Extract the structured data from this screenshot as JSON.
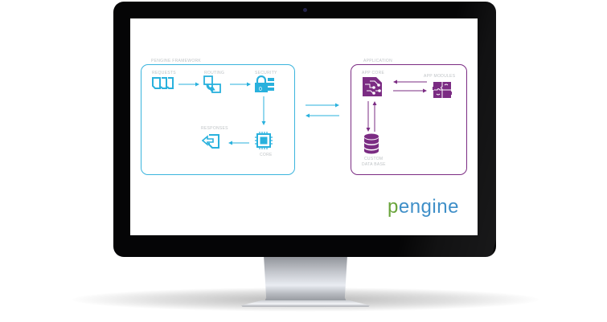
{
  "colors": {
    "framework": "#29b1dd",
    "application": "#7b2c83",
    "label": "#bfc3c6",
    "logo_text": "#3f8fc8",
    "logo_accent": "#6aa43b"
  },
  "framework": {
    "title": "PENGINE FRAMEWORK",
    "nodes": {
      "requests": {
        "label": "REQUESTS",
        "icon": "documents-icon"
      },
      "routing": {
        "label": "ROUTING",
        "icon": "routing-icon"
      },
      "security": {
        "label": "SECURITY",
        "icon": "lock-icon"
      },
      "core": {
        "label": "CORE",
        "icon": "chip-icon"
      },
      "responses": {
        "label": "RESPONSES",
        "icon": "response-document-icon"
      }
    },
    "flow": [
      "requests",
      "routing",
      "security",
      "core",
      "responses"
    ]
  },
  "application": {
    "title": "APPLICATION",
    "nodes": {
      "app_core": {
        "label": "APP CORE",
        "icon": "circuit-document-icon"
      },
      "app_modules": {
        "label": "APP MODULES",
        "icon": "puzzle-icon"
      },
      "database": {
        "label_line1": "CUSTOM",
        "label_line2": "DATA BASE",
        "icon": "database-icon"
      }
    }
  },
  "logo": {
    "prefix": "p",
    "rest": "engine"
  }
}
